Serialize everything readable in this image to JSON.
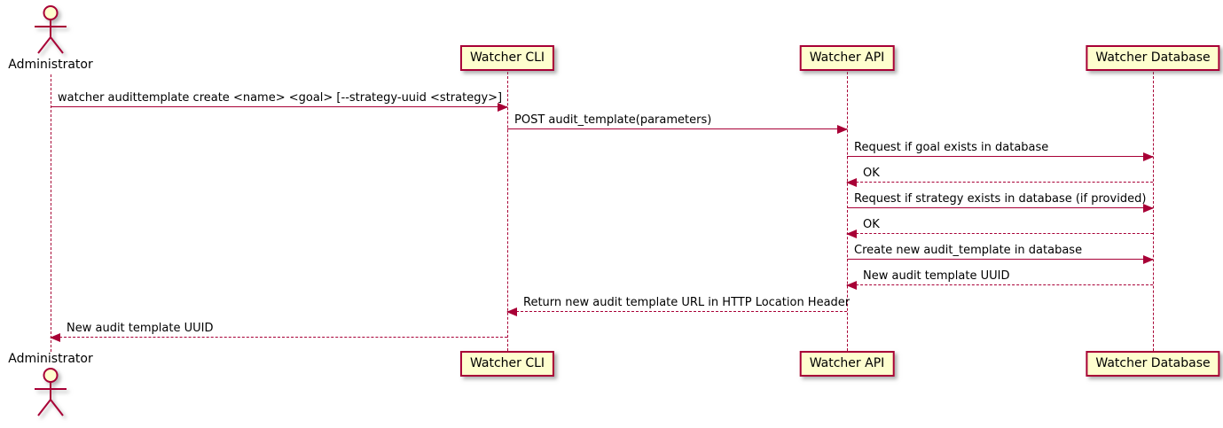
{
  "diagram": {
    "type": "uml-sequence-diagram",
    "actor": {
      "name": "Administrator"
    },
    "participants": [
      {
        "label": "Watcher CLI"
      },
      {
        "label": "Watcher API"
      },
      {
        "label": "Watcher Database"
      }
    ],
    "messages": [
      {
        "from": "Administrator",
        "to": "Watcher CLI",
        "style": "solid",
        "label": "watcher audittemplate create <name> <goal> [--strategy-uuid <strategy>]"
      },
      {
        "from": "Watcher CLI",
        "to": "Watcher API",
        "style": "solid",
        "label": "POST audit_template(parameters)"
      },
      {
        "from": "Watcher API",
        "to": "Watcher Database",
        "style": "solid",
        "label": "Request if goal exists in database"
      },
      {
        "from": "Watcher Database",
        "to": "Watcher API",
        "style": "dashed",
        "label": "OK"
      },
      {
        "from": "Watcher API",
        "to": "Watcher Database",
        "style": "solid",
        "label": "Request if strategy exists in database (if provided)"
      },
      {
        "from": "Watcher Database",
        "to": "Watcher API",
        "style": "dashed",
        "label": "OK"
      },
      {
        "from": "Watcher API",
        "to": "Watcher Database",
        "style": "solid",
        "label": "Create new audit_template in database"
      },
      {
        "from": "Watcher Database",
        "to": "Watcher API",
        "style": "dashed",
        "label": "New audit template UUID"
      },
      {
        "from": "Watcher API",
        "to": "Watcher CLI",
        "style": "dashed",
        "label": "Return new audit template URL in HTTP Location Header"
      },
      {
        "from": "Watcher CLI",
        "to": "Administrator",
        "style": "dashed",
        "label": "New audit template UUID"
      }
    ],
    "colors": {
      "participant_fill": "#FEFECE",
      "participant_border": "#A80036",
      "line": "#A80036",
      "text": "#000000",
      "background": "#FFFFFF"
    }
  }
}
